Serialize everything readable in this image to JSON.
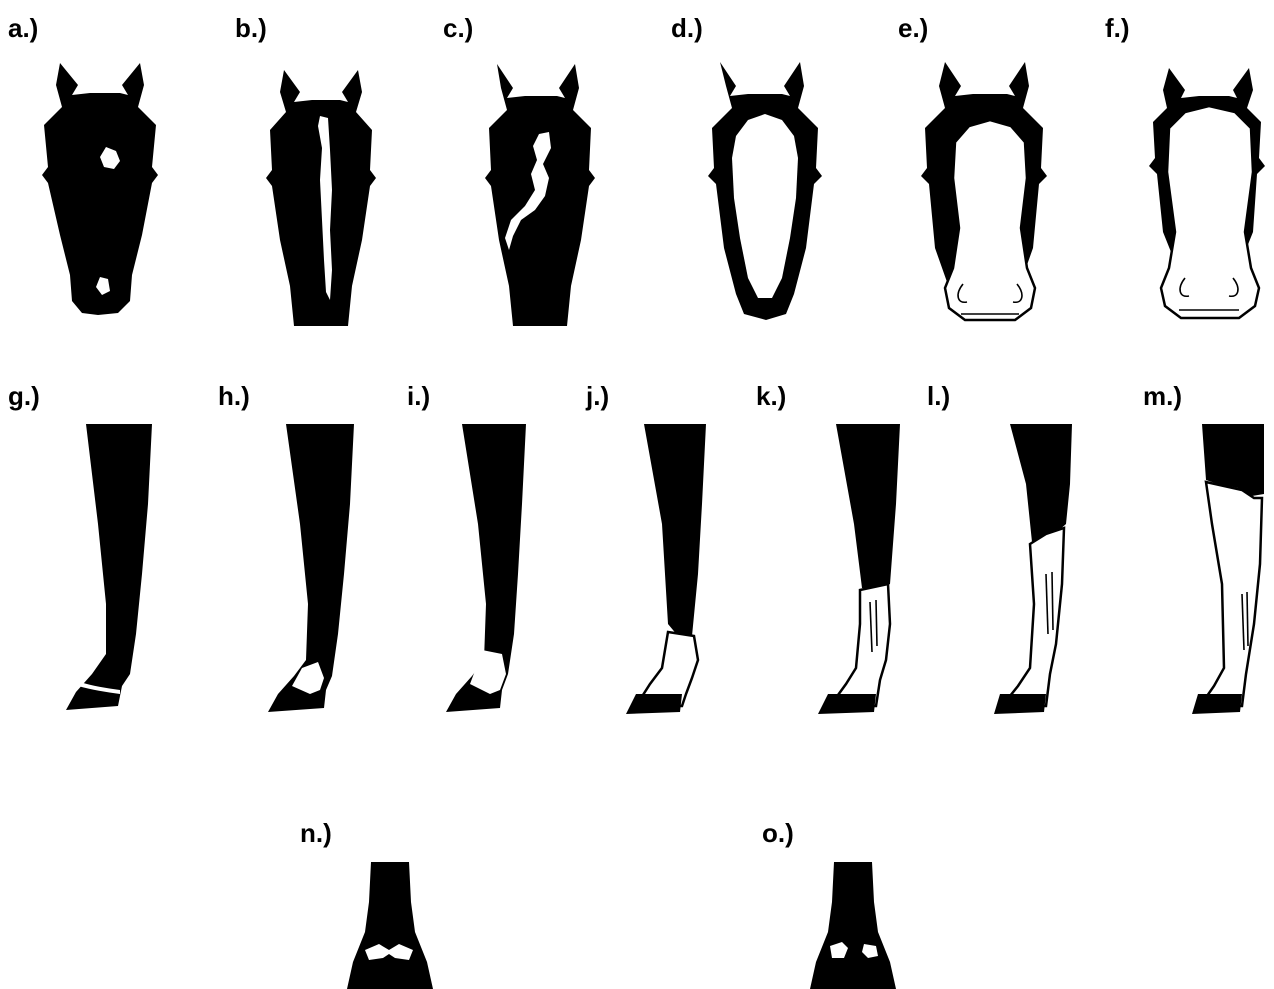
{
  "labels": {
    "a": "a.)",
    "b": "b.)",
    "c": "c.)",
    "d": "d.)",
    "e": "e.)",
    "f": "f.)",
    "g": "g.)",
    "h": "h.)",
    "i": "i.)",
    "j": "j.)",
    "k": "k.)",
    "l": "l.)",
    "m": "m.)",
    "n": "n.)",
    "o": "o.)"
  },
  "colors": {
    "ink": "#000000",
    "paper": "#ffffff"
  }
}
